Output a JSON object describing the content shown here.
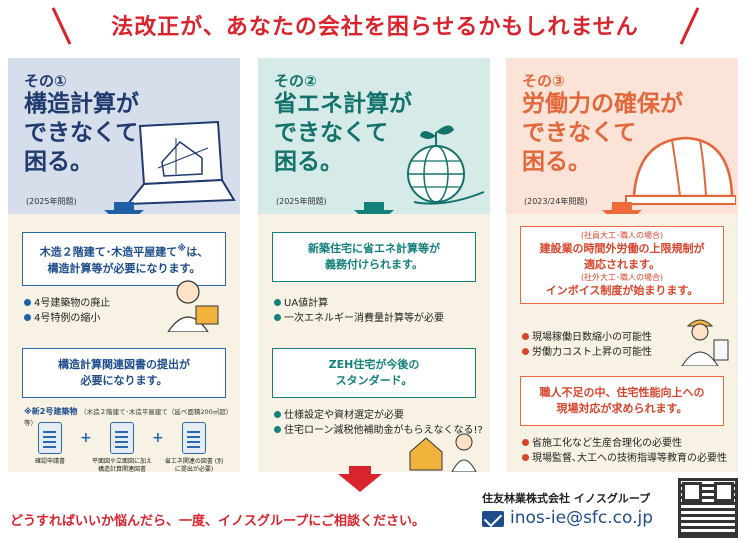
{
  "header": {
    "title": "法改正が、あなたの会社を困らせるかもしれません"
  },
  "columns": [
    {
      "number": "その①",
      "headline": [
        "構造計算が",
        "できなくて",
        "困る。"
      ],
      "year": "(2025年問題)",
      "box1": {
        "line1": "木造２階建て･木造平屋建て",
        "sup": "※",
        "line1b": "は、",
        "line2": "構造計算等が必要になります。"
      },
      "bullets1": [
        "4号建築物の廃止",
        "4号特例の縮小"
      ],
      "box2": {
        "line1": "構造計算関連図書の提出が",
        "line2": "必要になります。"
      },
      "note": {
        "title": "※新2号建築物",
        "detail": "（木造２階建て･木造平屋建て（延べ面積200㎡超）等）"
      },
      "docs": [
        {
          "label": "確認申請書"
        },
        {
          "label": "平面図や立面図に加え 構造計算関連図書"
        },
        {
          "label": "省エネ関連の図書 (別に提出が必要)"
        }
      ],
      "icon": "laptop-house-icon"
    },
    {
      "number": "その②",
      "headline": [
        "省エネ計算が",
        "できなくて",
        "困る。"
      ],
      "year": "(2025年問題)",
      "box1": {
        "line1": "新築住宅に省エネ計算等が",
        "line2": "義務付けられます。"
      },
      "bullets1": [
        "UA値計算",
        "一次エネルギー消費量計算等が必要"
      ],
      "box2": {
        "line1": "ZEH住宅が今後の",
        "line2": "スタンダード。"
      },
      "bullets2": [
        "仕様設定や資材選定が必要",
        "住宅ローン減税他補助金がもらえなくなる!?"
      ],
      "icon": "globe-plant-icon"
    },
    {
      "number": "その③",
      "headline": [
        "労働力の確保が",
        "できなくて",
        "困る。"
      ],
      "year": "(2023/24年問題)",
      "box1": {
        "small1": "(社員大工･職人の場合)",
        "line1": "建設業の時間外労働の上限規制が",
        "line2": "適応されます。",
        "small2": "(社外大工･職人の場合)",
        "line3": "インボイス制度が始まります。"
      },
      "bullets1": [
        "現場稼働日数縮小の可能性",
        "労働力コスト上昇の可能性"
      ],
      "box2": {
        "line1": "職人不足の中、住宅性能向上への",
        "line2": "現場対応が求められます。"
      },
      "bullets2": [
        "省施工化など生産合理化の必要性",
        "現場監督､大工への技術指導等教育の必要性"
      ],
      "icon": "hard-hat-icon"
    }
  ],
  "footer": {
    "message": "どうすればいいか悩んだら、一度、イノスグループにご相談ください。",
    "company": "住友林業株式会社 イノスグループ",
    "email": "inos-ie@sfc.co.jp"
  },
  "colors": {
    "accent_red": "#d9232d",
    "navy": "#1f3a6e",
    "teal": "#14726c",
    "orange": "#e2673a"
  }
}
